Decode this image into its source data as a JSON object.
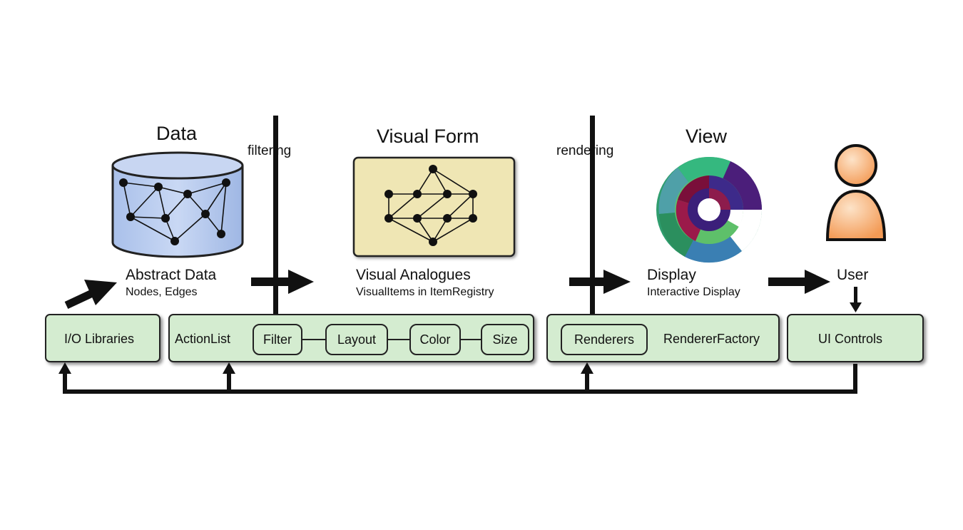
{
  "stages": {
    "data": {
      "title": "Data",
      "label": "Abstract Data",
      "sublabel": "Nodes, Edges",
      "icon": "database-graph-icon",
      "color": "#b9cdee"
    },
    "visual_form": {
      "title": "Visual Form",
      "label": "Visual Analogues",
      "sublabel": "VisualItems in ItemRegistry",
      "icon": "graph-card-icon",
      "color": "#efe6b4"
    },
    "view": {
      "title": "View",
      "label": "Display",
      "sublabel": "Interactive Display",
      "icon": "sunburst-display-icon"
    },
    "user": {
      "label": "User",
      "icon": "user-icon",
      "color": "#f5a86a"
    }
  },
  "phases": {
    "filtering": "filtering",
    "rendering": "rendering"
  },
  "modules": {
    "io": {
      "label": "I/O Libraries"
    },
    "actions": {
      "label": "ActionList",
      "items": [
        "Filter",
        "Layout",
        "Color",
        "Size"
      ]
    },
    "renderers": {
      "chip": "Renderers",
      "label": "RendererFactory"
    },
    "ui": {
      "label": "UI Controls"
    }
  },
  "colors": {
    "panel": "#d4ecd0",
    "line": "#111111"
  }
}
